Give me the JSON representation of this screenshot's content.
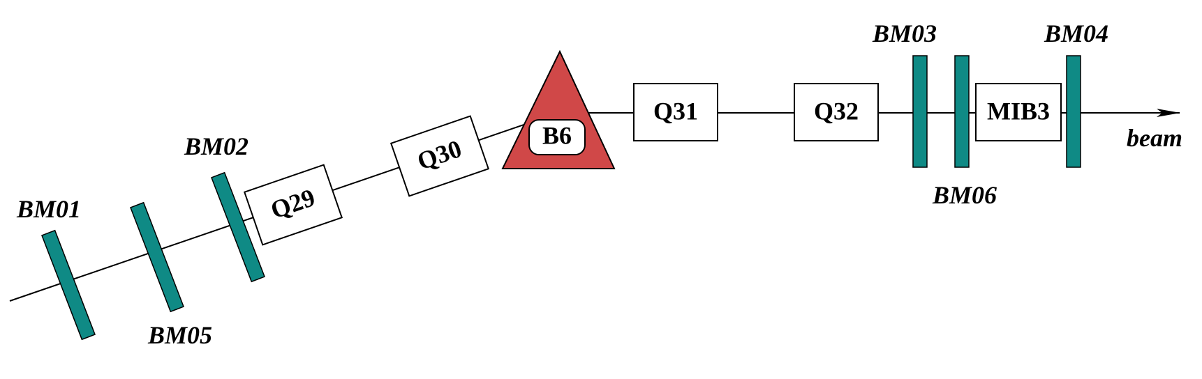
{
  "colors": {
    "monitor": "#0f8a85",
    "dipole": "#d04848",
    "line": "#000000",
    "background": "#ffffff"
  },
  "diagram": {
    "dipole": {
      "id": "dipole-b6",
      "label": "B6"
    },
    "quadrupoles": [
      {
        "id": "quad-q29",
        "label": "Q29"
      },
      {
        "id": "quad-q30",
        "label": "Q30"
      },
      {
        "id": "quad-q31",
        "label": "Q31"
      },
      {
        "id": "quad-q32",
        "label": "Q32"
      }
    ],
    "other_elements": [
      {
        "id": "element-mib3",
        "label": "MIB3"
      }
    ],
    "beam_monitors": [
      {
        "id": "monitor-bm01",
        "label": "BM01"
      },
      {
        "id": "monitor-bm05",
        "label": "BM05"
      },
      {
        "id": "monitor-bm02",
        "label": "BM02"
      },
      {
        "id": "monitor-bm03",
        "label": "BM03"
      },
      {
        "id": "monitor-bm06",
        "label": "BM06"
      },
      {
        "id": "monitor-bm04",
        "label": "BM04"
      }
    ],
    "beam_label": "beam"
  }
}
